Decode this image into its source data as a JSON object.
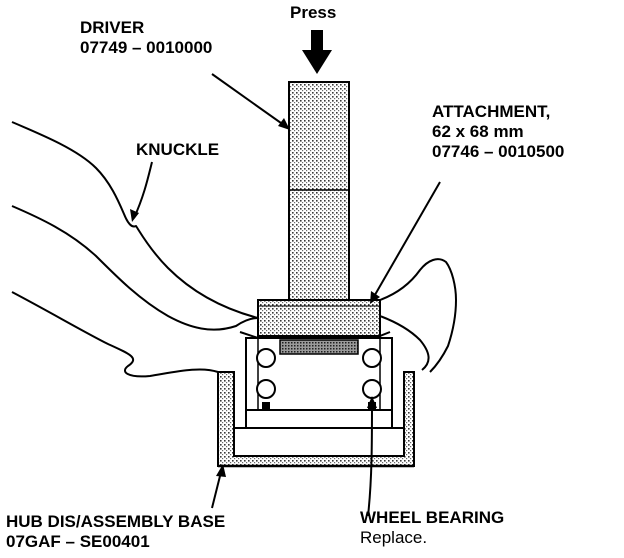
{
  "labels": {
    "press": "Press",
    "driver": {
      "name": "DRIVER",
      "part_no": "07749 – 0010000"
    },
    "knuckle": "KNUCKLE",
    "attachment": {
      "name": "ATTACHMENT,",
      "size": "62 x 68 mm",
      "part_no": "07746 – 0010500"
    },
    "hub_base": {
      "name": "HUB DIS/ASSEMBLY BASE",
      "part_no": "07GAF – SE00401"
    },
    "wheel_bearing": {
      "name": "WHEEL BEARING",
      "note": "Replace."
    }
  },
  "colors": {
    "ink": "#000000",
    "paper": "#ffffff",
    "stipple": "#555555"
  }
}
